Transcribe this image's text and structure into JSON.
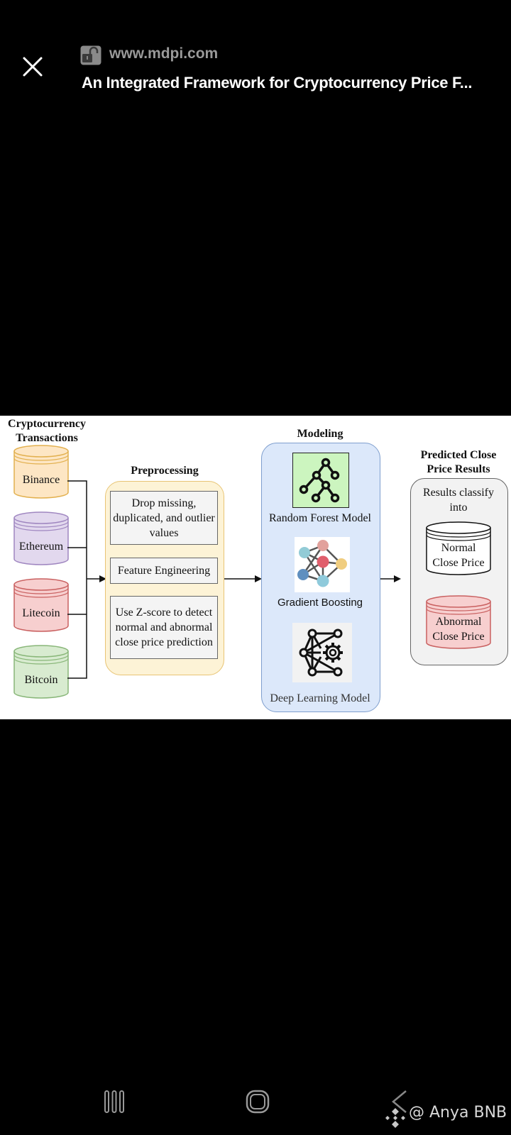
{
  "header": {
    "close_icon": "close-icon",
    "lock_icon": "unlocked-padlock-icon",
    "site": "www.mdpi.com",
    "title": "An Integrated Framework for Cryptocurrency Price F..."
  },
  "figure": {
    "sources": {
      "heading_line1": "Cryptocurrency",
      "heading_line2": "Transactions",
      "items": [
        {
          "label": "Binance",
          "fill": "#fde6c4",
          "stroke": "#e2b04e"
        },
        {
          "label": "Ethereum",
          "fill": "#e2d8ee",
          "stroke": "#9f86c0"
        },
        {
          "label": "Litecoin",
          "fill": "#f7cfcf",
          "stroke": "#c96060"
        },
        {
          "label": "Bitcoin",
          "fill": "#d8ebd0",
          "stroke": "#88b678"
        }
      ]
    },
    "preprocessing": {
      "heading": "Preprocessing",
      "steps": [
        "Drop missing, duplicated, and outlier values",
        "Feature Engineering",
        "Use Z-score to detect normal and abnormal close price prediction"
      ]
    },
    "modeling": {
      "heading": "Modeling",
      "models": [
        {
          "label": "Random Forest Model",
          "icon": "decision-tree-icon"
        },
        {
          "label": "Gradient Boosting",
          "icon": "network-nodes-icon"
        },
        {
          "label": "Deep Learning Model",
          "icon": "neural-network-gear-icon"
        }
      ]
    },
    "results": {
      "heading_line1": "Predicted Close",
      "heading_line2": "Price Results",
      "intro_line1": "Results classify",
      "intro_line2": "into",
      "classes": [
        {
          "line1": "Normal",
          "line2": "Close Price",
          "fill": "#ffffff",
          "stroke": "#111111"
        },
        {
          "line1": "Abnormal",
          "line2": "Close Price",
          "fill": "#f7cfcf",
          "stroke": "#c96060"
        }
      ]
    }
  },
  "navbar": {
    "recents_icon": "recent-apps-icon",
    "home_icon": "home-icon",
    "back_icon": "back-icon"
  },
  "watermark": {
    "icon": "binance-logo-icon",
    "text": "@ Anya BNB"
  }
}
